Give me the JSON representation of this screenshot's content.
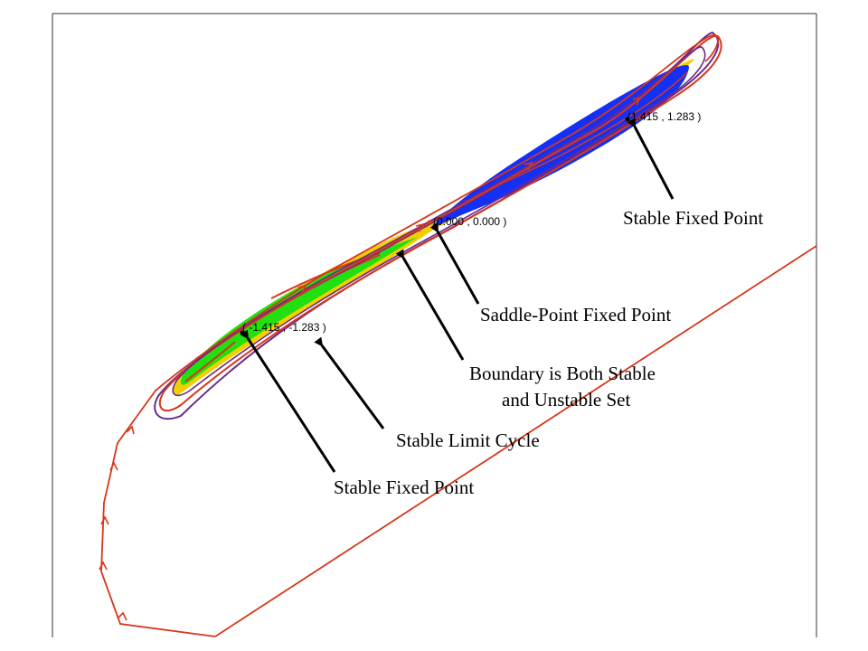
{
  "colors": {
    "background": "#ffffff",
    "frame": "#333333",
    "basin_right": "#1530f5",
    "basin_left": "#22e010",
    "boundary": "#f2d000",
    "trajectory_red": "#d8361b",
    "trajectory_purple": "#6a2a8a",
    "arrow": "#000000"
  },
  "points": {
    "fixed_right": {
      "label": "(1.415 , 1.283 )"
    },
    "saddle": {
      "label": "(0.000 , 0.000 )"
    },
    "fixed_left": {
      "label": "( -1.415 , -1.283 )"
    }
  },
  "annotations": {
    "stable_fixed_point_right": "Stable Fixed Point",
    "saddle_point": "Saddle-Point Fixed Point",
    "boundary_line1": "Boundary is Both Stable",
    "boundary_line2": "and Unstable Set",
    "limit_cycle": "Stable Limit Cycle",
    "stable_fixed_point_left": "Stable Fixed Point"
  }
}
